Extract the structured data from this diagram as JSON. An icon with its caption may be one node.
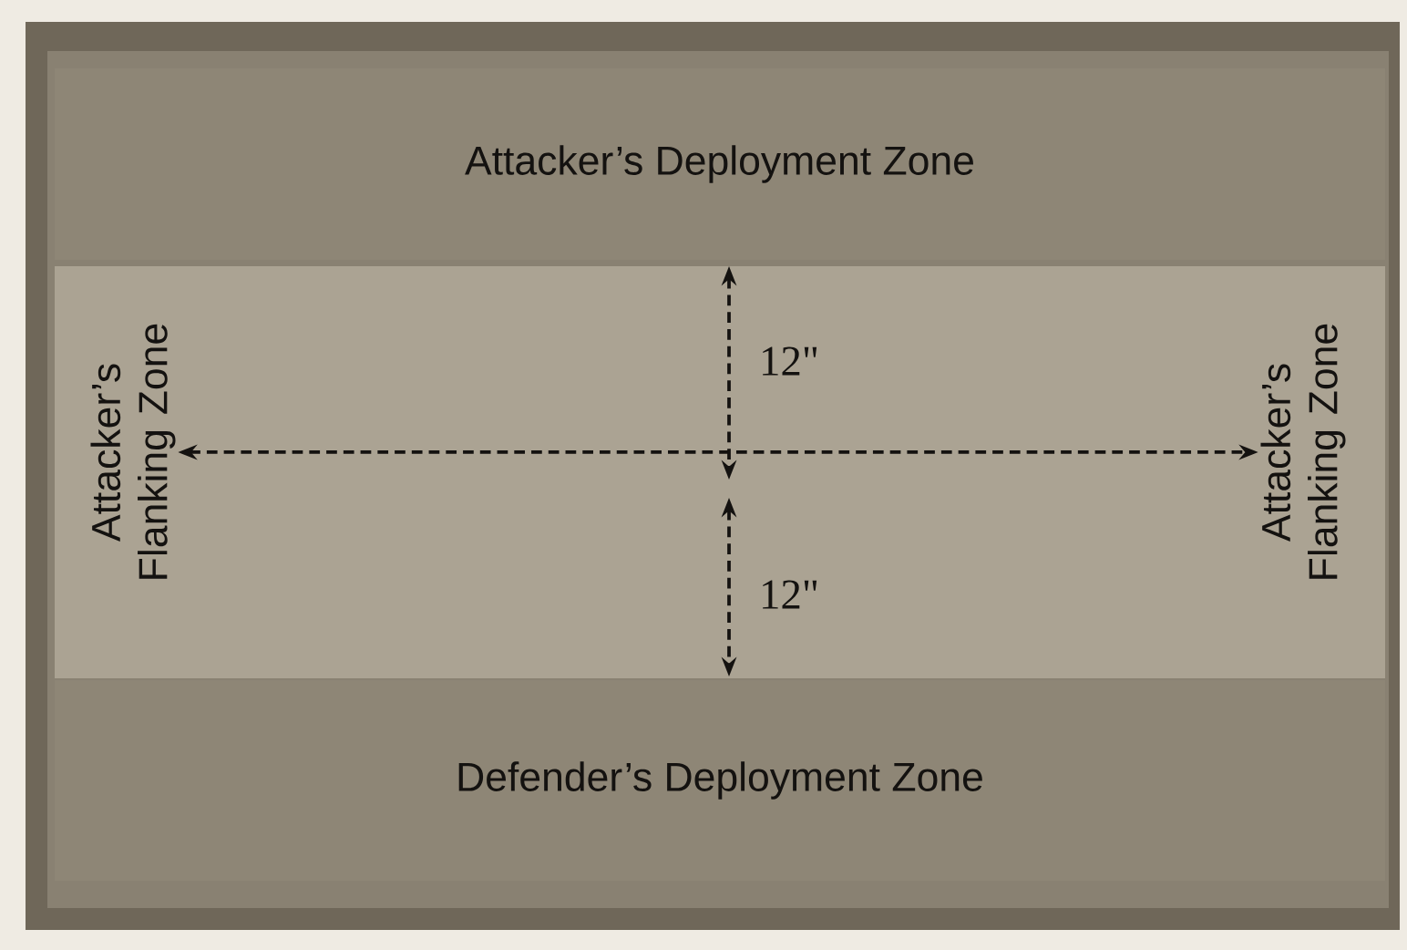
{
  "diagram": {
    "nodes": [
      {
        "text": [
          "Attacker’s Deployment Zone"
        ]
      },
      {
        "text": [
          "Attacker’s Flanking Zone"
        ]
      },
      {
        "text": [
          "Attacker’s Flanking Zone"
        ]
      },
      {
        "text": [
          "Defender’s Deployment Zone"
        ]
      }
    ],
    "edges": [
      {
        "from": 1,
        "to": 2,
        "arrow": "both",
        "style": "dashed"
      }
    ],
    "labels": [
      "12\"",
      "12\""
    ]
  }
}
